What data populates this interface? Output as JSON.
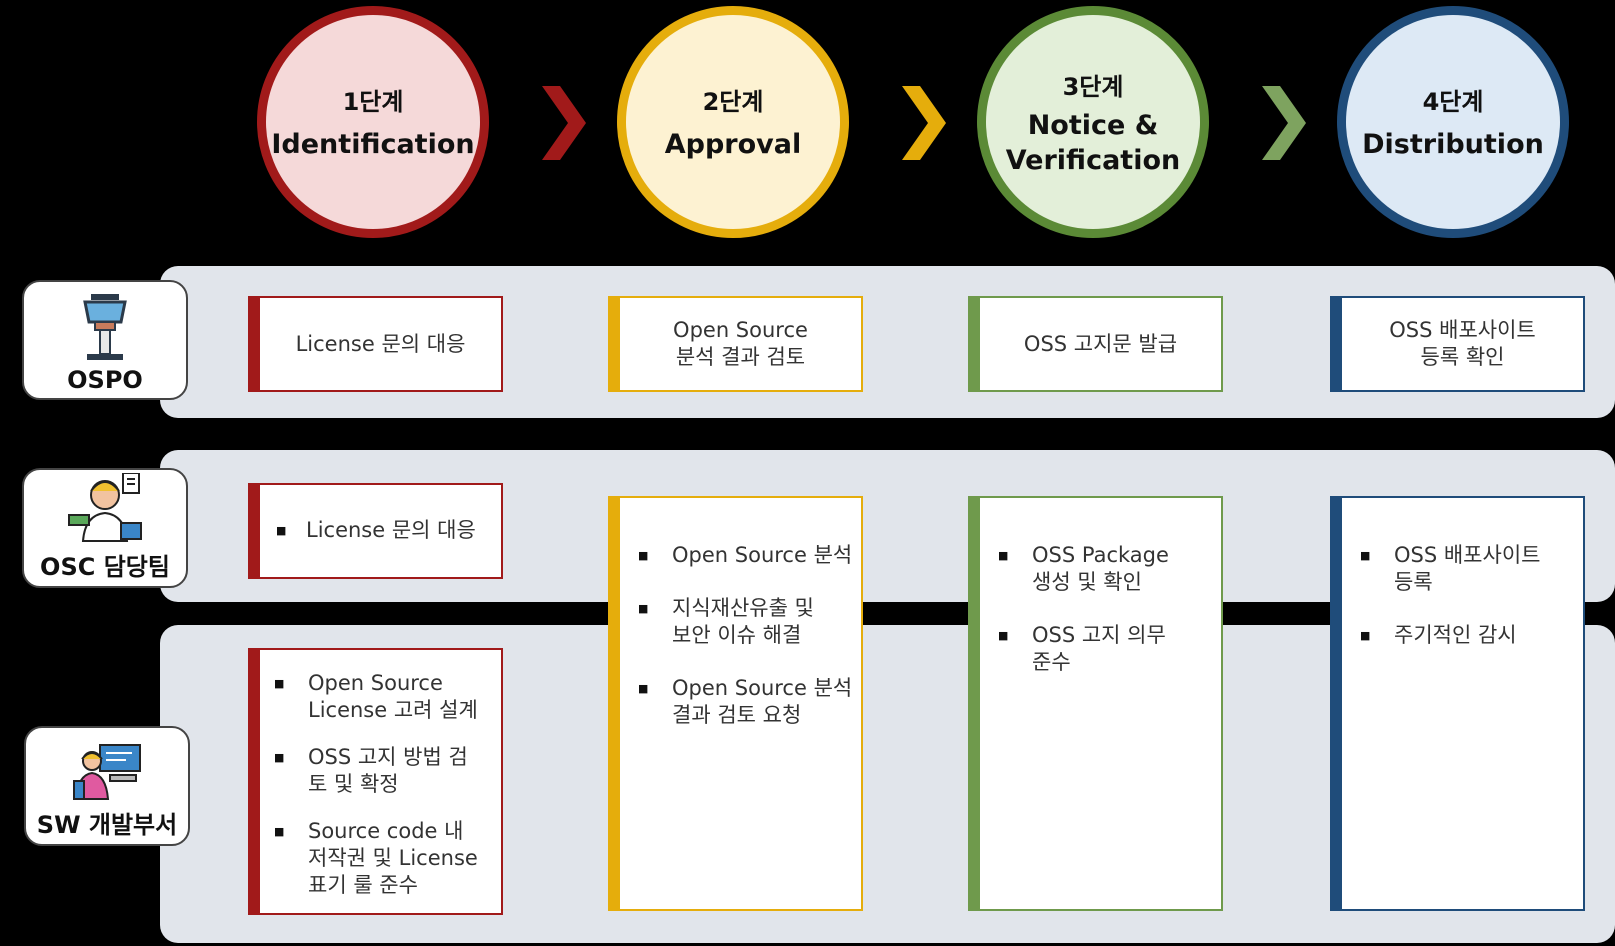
{
  "stages": [
    {
      "step": "1단계",
      "name": "Identification",
      "border": "#a11a1a",
      "fill": "#f5d9d9"
    },
    {
      "step": "2단계",
      "name": "Approval",
      "border": "#e5ad0c",
      "fill": "#fdf2d2"
    },
    {
      "step": "3단계",
      "name": "Notice &\nVerification",
      "border": "#5b8a36",
      "fill": "#e3efd9"
    },
    {
      "step": "4단계",
      "name": "Distribution",
      "border": "#1f4c7a",
      "fill": "#dde9f5"
    }
  ],
  "arrow_colors": [
    "#a11a1a",
    "#e5ad0c",
    "#7ea35f"
  ],
  "roles": {
    "ospo": {
      "label": "OSPO",
      "icon": "control-tower-icon"
    },
    "osc": {
      "label": "OSC 담당팀",
      "icon": "support-agent-icon"
    },
    "sw": {
      "label": "SW 개발부서",
      "icon": "developer-at-computer-icon"
    }
  },
  "ospo_tasks": [
    "License 문의 대응",
    "Open Source\n분석 결과 검토",
    "OSS 고지문 발급",
    "OSS 배포사이트\n등록 확인"
  ],
  "osc_identification": [
    "License 문의 대응"
  ],
  "shared_tasks": {
    "approval": [
      "Open Source 분석",
      "지식재산유출 및\n보안 이슈 해결",
      "Open Source 분석\n결과 검토 요청"
    ],
    "notice": [
      "OSS Package\n생성 및 확인",
      "OSS 고지 의무\n준수"
    ],
    "distribution": [
      "OSS 배포사이트\n등록",
      "주기적인 감시"
    ]
  },
  "sw_identification": [
    "Open Source\nLicense 고려 설계",
    "OSS 고지 방법 검\n토 및 확정",
    "Source code 내\n저작권 및 License\n표기 룰 준수"
  ]
}
